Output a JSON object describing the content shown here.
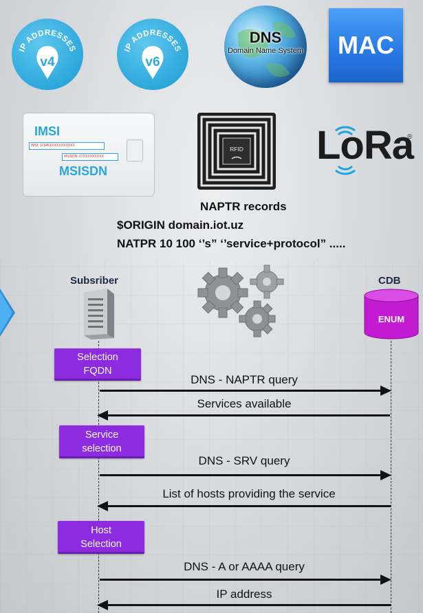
{
  "icons": {
    "ipv4": {
      "ring_text": "IP ADDRESSES",
      "pin_text": "v4"
    },
    "ipv6": {
      "ring_text": "IP ADDRESSES",
      "pin_text": "v6"
    },
    "dns": {
      "title": "DNS",
      "subtitle": "Domain Name System"
    },
    "mac": {
      "text": "MAC"
    },
    "sim": {
      "imsi": "IMSI",
      "imsi_value": "IMSI: 12345XXXXXXXXXXX",
      "msisdn_value": "MSISDN: 07XXXXXXXXX",
      "msisdn": "MSISDN"
    },
    "rfid": {
      "text": "RFID"
    },
    "lora": {
      "text": "LoRa",
      "mark": "®"
    }
  },
  "naptr": {
    "title": "NAPTR records",
    "line1": "$ORIGIN domain.iot.uz",
    "line2": "NATPR 10 100 ‘’s” ‘’service+protocol” ....."
  },
  "sequence": {
    "subscriber_label": "Subsriber",
    "cdb_label": "CDB",
    "enum_label": "ENUM",
    "steps": [
      {
        "line1": "Selection",
        "line2": "FQDN"
      },
      {
        "line1": "Service",
        "line2": "selection"
      },
      {
        "line1": "Host",
        "line2": "Selection"
      }
    ],
    "messages": [
      {
        "label": "DNS - NAPTR query",
        "direction": "right"
      },
      {
        "label": "Services available",
        "direction": "left"
      },
      {
        "label": "DNS - SRV query",
        "direction": "right"
      },
      {
        "label": "List of hosts providing the service",
        "direction": "left"
      },
      {
        "label": "DNS - A or AAAA query",
        "direction": "right"
      },
      {
        "label": "IP address",
        "direction": "left"
      }
    ]
  },
  "colors": {
    "badge_blue": "#2ea8dc",
    "step_purple": "#8d2be0",
    "enum_magenta": "#c21bd1",
    "lora_blue": "#1da1df",
    "mac_blue": "#2a7be6"
  }
}
